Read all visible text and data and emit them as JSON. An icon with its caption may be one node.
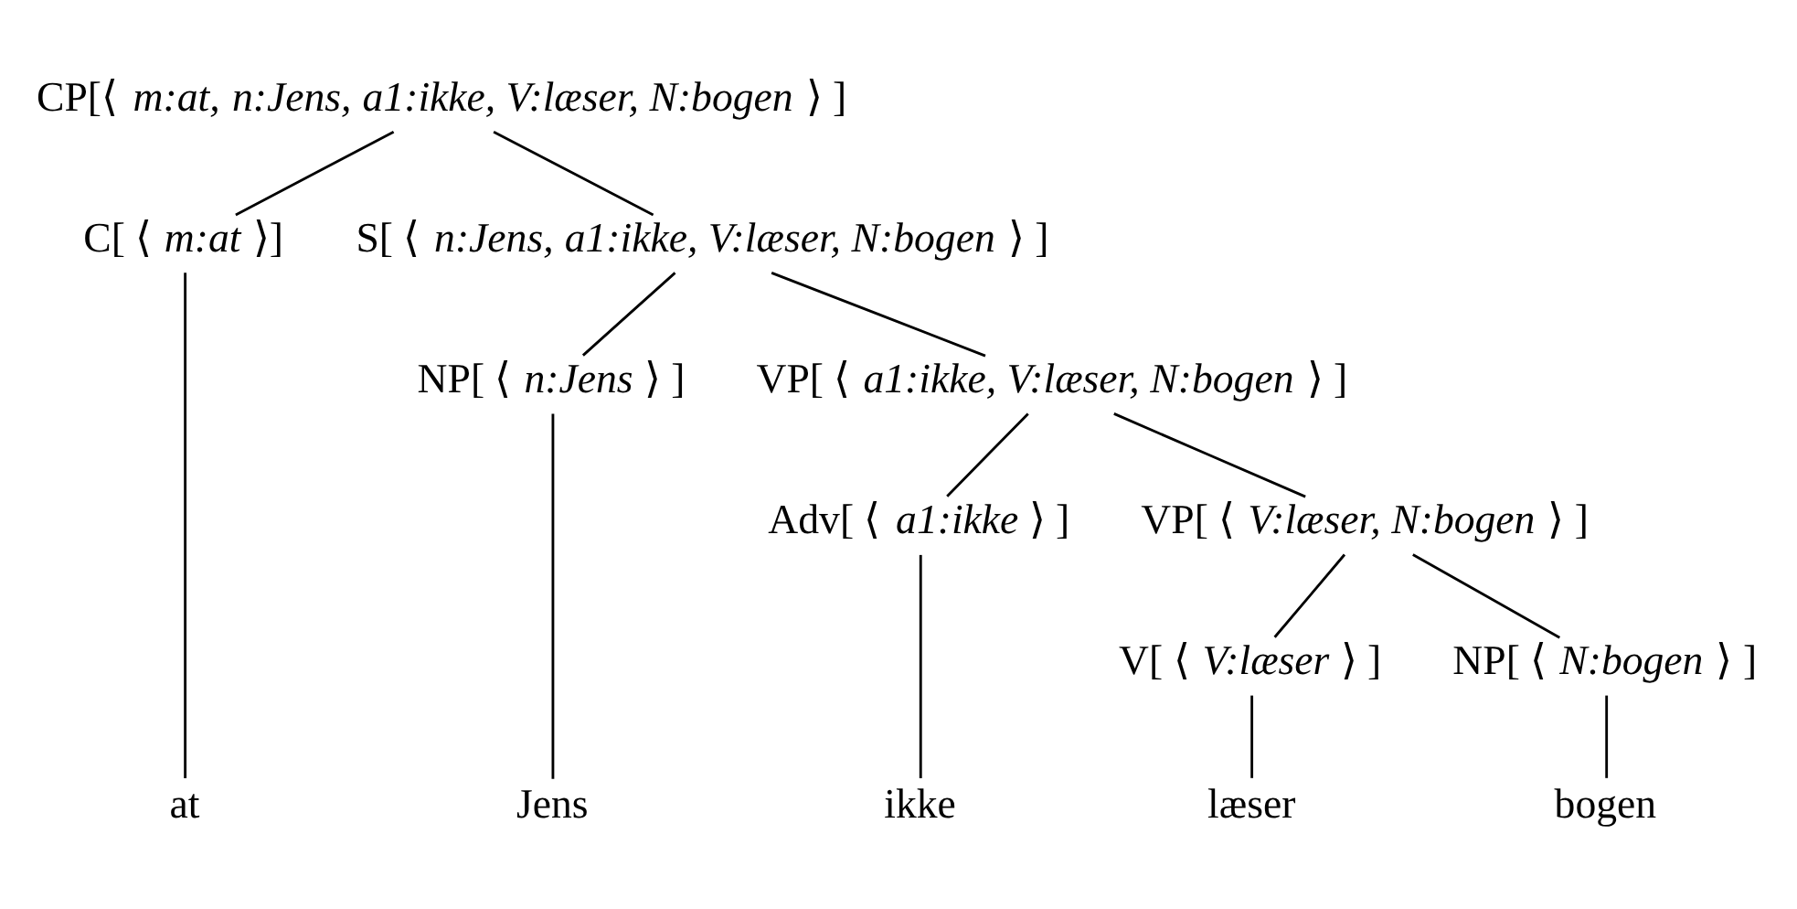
{
  "diagram": {
    "nodes": [
      {
        "text": [
          "CP[⟨ *m:at, n:Jens, a1:ikke, V:læser, N:bogen* ⟩ ]"
        ]
      },
      {
        "text": [
          "C[ ⟨ *m:at* ⟩]"
        ]
      },
      {
        "text": [
          "S[ ⟨ *n:Jens, a1:ikke, V:læser, N:bogen* ⟩ ]"
        ]
      },
      {
        "text": [
          "NP[ ⟨ *n:Jens* ⟩ ]"
        ]
      },
      {
        "text": [
          "VP[ ⟨ *a1:ikke, V:læser, N:bogen* ⟩ ]"
        ]
      },
      {
        "text": [
          "Adv[ ⟨ *a1:ikke* ⟩ ]"
        ]
      },
      {
        "text": [
          "VP[ ⟨ *V:læser, N:bogen* ⟩ ]"
        ]
      },
      {
        "text": [
          "V[ ⟨ *V:læser* ⟩ ]"
        ]
      },
      {
        "text": [
          "NP[ ⟨ *N:bogen* ⟩ ]"
        ]
      },
      {
        "text": [
          "at"
        ]
      },
      {
        "text": [
          "Jens"
        ]
      },
      {
        "text": [
          "ikke"
        ]
      },
      {
        "text": [
          "læser"
        ]
      },
      {
        "text": [
          "bogen"
        ]
      }
    ],
    "edges": [
      {
        "from": 0,
        "to": 1,
        "arrow": "none"
      },
      {
        "from": 0,
        "to": 2,
        "arrow": "none"
      },
      {
        "from": 2,
        "to": 3,
        "arrow": "none"
      },
      {
        "from": 2,
        "to": 4,
        "arrow": "none"
      },
      {
        "from": 4,
        "to": 5,
        "arrow": "none"
      },
      {
        "from": 4,
        "to": 6,
        "arrow": "none"
      },
      {
        "from": 6,
        "to": 7,
        "arrow": "none"
      },
      {
        "from": 6,
        "to": 8,
        "arrow": "none"
      },
      {
        "from": 1,
        "to": 9,
        "arrow": "none"
      },
      {
        "from": 3,
        "to": 10,
        "arrow": "none"
      },
      {
        "from": 5,
        "to": 11,
        "arrow": "none"
      },
      {
        "from": 7,
        "to": 12,
        "arrow": "none"
      },
      {
        "from": 8,
        "to": 13,
        "arrow": "none"
      }
    ]
  }
}
